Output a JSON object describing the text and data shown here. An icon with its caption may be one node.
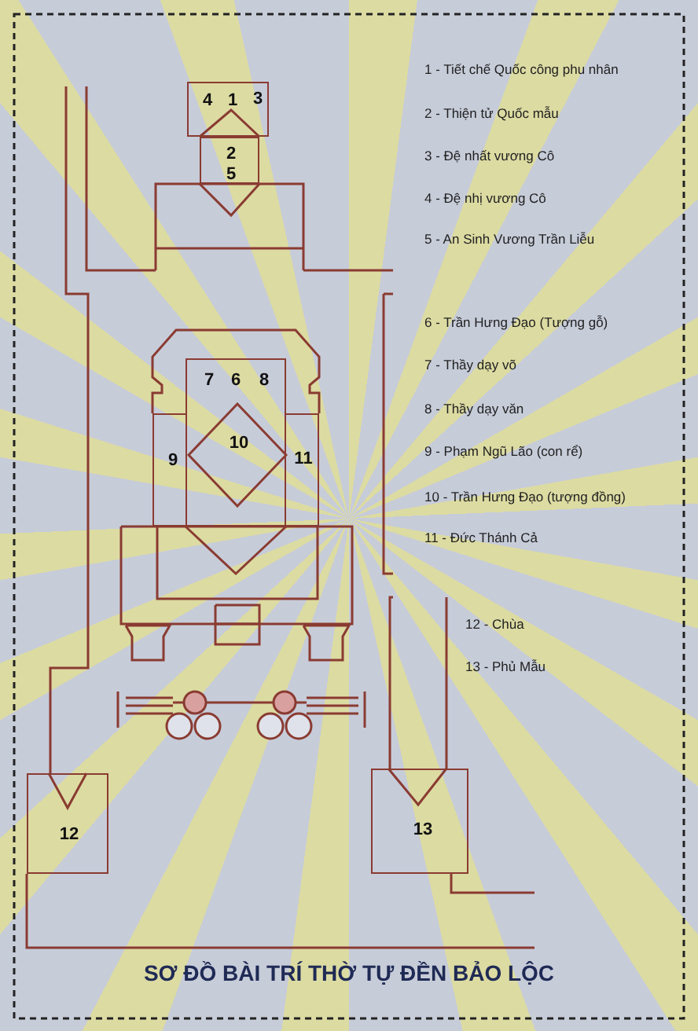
{
  "diagram": {
    "title": "SƠ ĐỒ BÀI TRÍ THỜ TỰ ĐỀN BẢO LỘC",
    "nodes": [
      {
        "text": [
          "4",
          "1",
          "3"
        ]
      },
      {
        "text": [
          "2",
          "5"
        ]
      },
      {
        "text": [
          "7",
          "6",
          "8"
        ]
      },
      {
        "text": [
          "10"
        ],
        "in": 2
      },
      {
        "text": [
          "9"
        ]
      },
      {
        "text": [
          "11"
        ]
      },
      {
        "text": [
          "12"
        ]
      },
      {
        "text": [
          "13"
        ]
      }
    ],
    "labels": [
      "1 - Tiết chế Quốc công phu nhân",
      "2 - Thiện tử Quốc mẫu",
      "3 - Đệ nhất vương Cô",
      "4 - Đệ nhị vương Cô",
      "5 - An Sinh Vương Trần Liễu",
      "6 - Trần Hưng Đạo (Tượng gỗ)",
      "7 - Thầy dạy võ",
      "8 - Thầy dạy văn",
      "9 - Phạm Ngũ Lão (con rể)",
      "10 - Trần Hưng Đạo (tượng đồng)",
      "11 - Đức Thánh Cả",
      "12 - Chùa",
      "13 - Phủ Mẫu"
    ]
  }
}
